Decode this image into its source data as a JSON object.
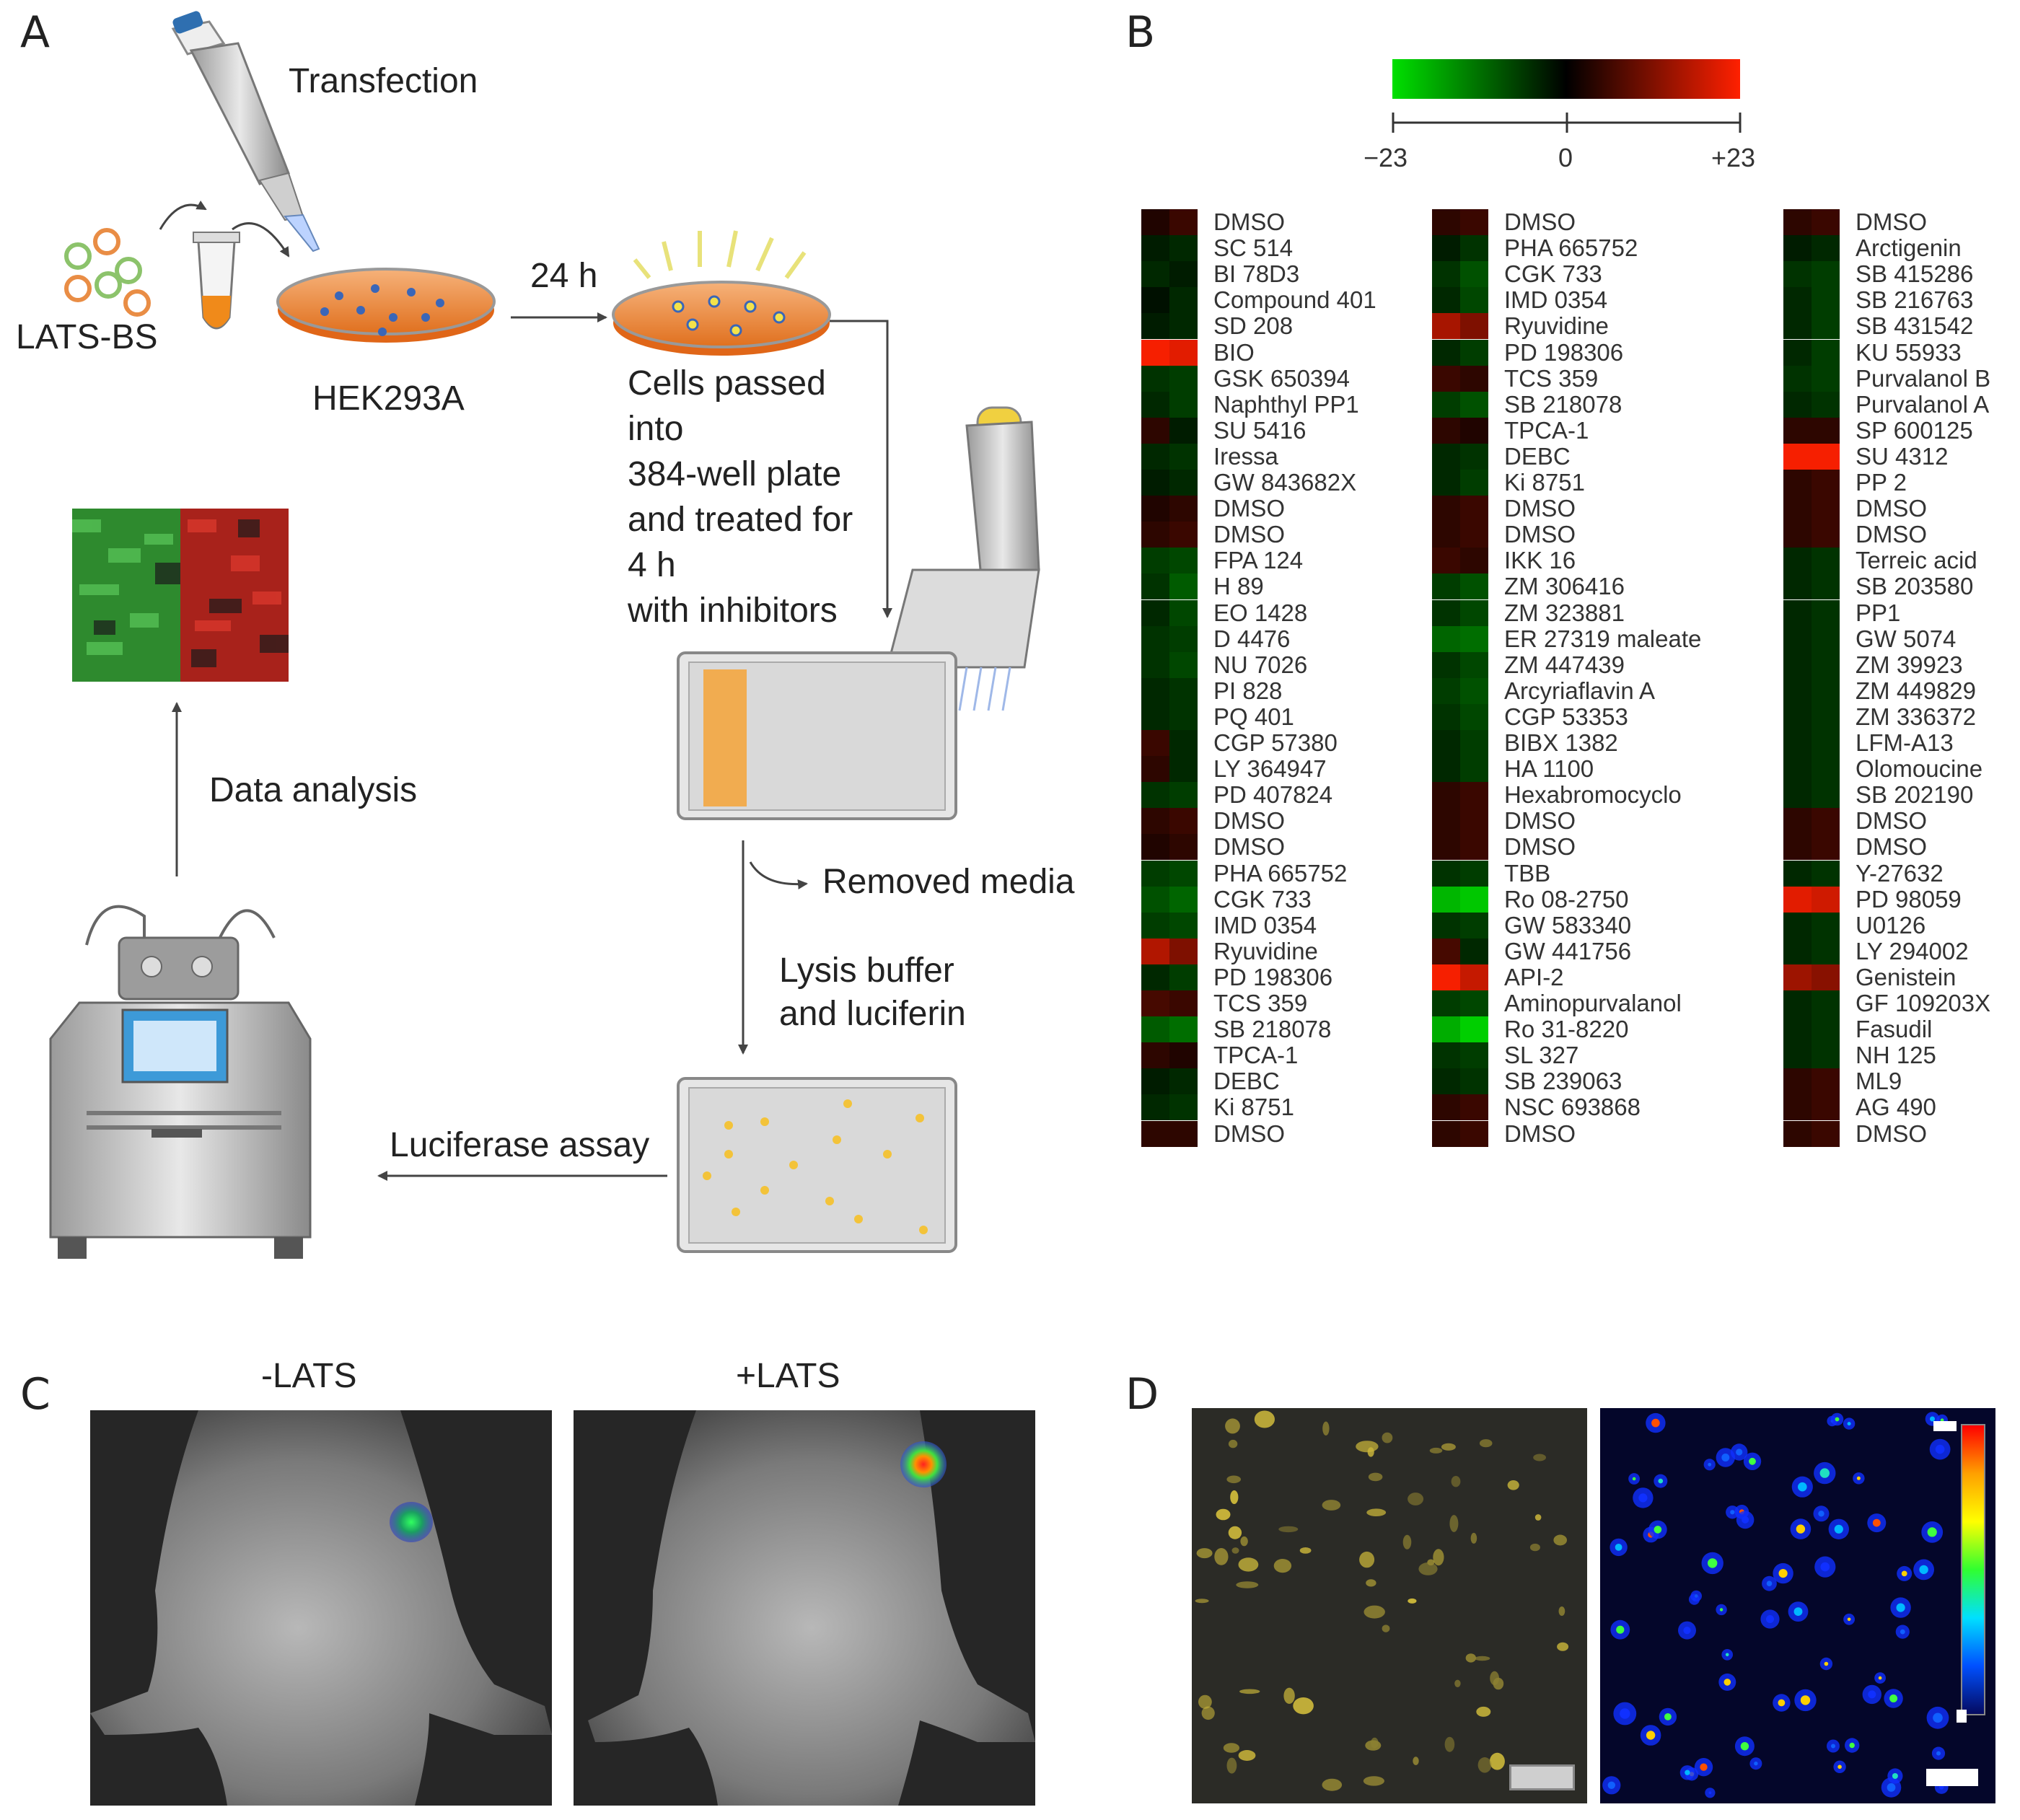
{
  "panels": {
    "a": "A",
    "b": "B",
    "c": "C",
    "d": "D"
  },
  "panel_a": {
    "transfection": "Transfection",
    "lats_bs": "LATS-BS",
    "hek": "HEK293A",
    "time_24h": "24 h",
    "cells_text": [
      "Cells passed",
      "into",
      "384-well plate",
      "and treated for",
      "4 h",
      "with inhibitors"
    ],
    "removed_media": "Removed media",
    "lysis": [
      "Lysis buffer",
      "and luciferin"
    ],
    "luciferase": "Luciferase assay",
    "data_analysis": "Data analysis"
  },
  "panel_b": {
    "colorbar": {
      "ticks": [
        "−23",
        "0",
        "+23"
      ],
      "colors": [
        "#00e000",
        "#000000",
        "#ff2000"
      ]
    }
  },
  "chart_data": {
    "type": "heatmap",
    "scale_range": [
      -23,
      23
    ],
    "columns": [
      {
        "labels": [
          "DMSO",
          "SC 514",
          "BI 78D3",
          "Compound 401",
          "SD 208",
          "BIO",
          "GSK 650394",
          "Naphthyl PP1",
          "SU 5416",
          "Iressa",
          "GW 843682X",
          "DMSO",
          "DMSO",
          "FPA 124",
          "H 89",
          "EO 1428",
          "D 4476",
          "NU 7026",
          "PI 828",
          "PQ 401",
          "CGP 57380",
          "LY 364947",
          "PD 407824",
          "DMSO",
          "DMSO",
          "PHA 665752",
          "CGK 733",
          "IMD 0354",
          "Ryuvidine",
          "PD 198306",
          "TCS 359",
          "SB 218078",
          "TPCA-1",
          "DEBC",
          "Ki 8751",
          "DMSO"
        ],
        "values": [
          [
            2,
            4
          ],
          [
            -2,
            -3
          ],
          [
            -3,
            -2
          ],
          [
            -1,
            -3
          ],
          [
            -2,
            -3
          ],
          [
            22,
            20
          ],
          [
            -4,
            -5
          ],
          [
            -3,
            -5
          ],
          [
            3,
            -2
          ],
          [
            -3,
            -4
          ],
          [
            -2,
            -3
          ],
          [
            2,
            3
          ],
          [
            3,
            4
          ],
          [
            -5,
            -6
          ],
          [
            -4,
            -8
          ],
          [
            -3,
            -6
          ],
          [
            -4,
            -5
          ],
          [
            -4,
            -6
          ],
          [
            -3,
            -4
          ],
          [
            -3,
            -4
          ],
          [
            4,
            -3
          ],
          [
            3,
            -3
          ],
          [
            -4,
            -5
          ],
          [
            3,
            4
          ],
          [
            2,
            3
          ],
          [
            -5,
            -6
          ],
          [
            -7,
            -9
          ],
          [
            -5,
            -6
          ],
          [
            15,
            10
          ],
          [
            -3,
            -5
          ],
          [
            5,
            4
          ],
          [
            -8,
            -10
          ],
          [
            3,
            2
          ],
          [
            -2,
            -3
          ],
          [
            -3,
            -4
          ],
          [
            3,
            3
          ]
        ]
      },
      {
        "labels": [
          "DMSO",
          "PHA 665752",
          "CGK 733",
          "IMD 0354",
          "Ryuvidine",
          "PD 198306",
          "TCS 359",
          "SB 218078",
          "TPCA-1",
          "DEBC",
          "Ki 8751",
          "DMSO",
          "DMSO",
          "IKK 16",
          "ZM 306416",
          "ZM 323881",
          "ER 27319 maleate",
          "ZM 447439",
          "Arcyriaflavin A",
          "CGP 53353",
          "BIBX 1382",
          "HA 1100",
          "Hexabromocyclo",
          "DMSO",
          "DMSO",
          "TBB",
          "Ro 08-2750",
          "GW 583340",
          "GW 441756",
          "API-2",
          "Aminopurvalanol",
          "Ro 31-8220",
          "SL 327",
          "SB 239063",
          "NSC 693868",
          "DMSO"
        ],
        "values": [
          [
            3,
            4
          ],
          [
            -2,
            -4
          ],
          [
            -4,
            -7
          ],
          [
            -3,
            -6
          ],
          [
            14,
            10
          ],
          [
            -3,
            -5
          ],
          [
            4,
            3
          ],
          [
            -5,
            -7
          ],
          [
            3,
            2
          ],
          [
            -3,
            -4
          ],
          [
            -3,
            -5
          ],
          [
            3,
            4
          ],
          [
            3,
            4
          ],
          [
            4,
            3
          ],
          [
            -5,
            -7
          ],
          [
            -4,
            -6
          ],
          [
            -9,
            -10
          ],
          [
            -4,
            -6
          ],
          [
            -5,
            -7
          ],
          [
            -4,
            -6
          ],
          [
            -3,
            -5
          ],
          [
            -3,
            -5
          ],
          [
            3,
            4
          ],
          [
            3,
            4
          ],
          [
            3,
            4
          ],
          [
            -4,
            -5
          ],
          [
            -18,
            -20
          ],
          [
            -4,
            -5
          ],
          [
            5,
            -3
          ],
          [
            22,
            17
          ],
          [
            -5,
            -6
          ],
          [
            -17,
            -21
          ],
          [
            -4,
            -5
          ],
          [
            -3,
            -4
          ],
          [
            3,
            4
          ],
          [
            3,
            4
          ]
        ]
      },
      {
        "labels": [
          "DMSO",
          "Arctigenin",
          "SB 415286",
          "SB 216763",
          "SB 431542",
          "KU 55933",
          "Purvalanol B",
          "Purvalanol A",
          "SP 600125",
          "SU 4312",
          "PP 2",
          "DMSO",
          "DMSO",
          "Terreic acid",
          "SB 203580",
          "PP1",
          "GW 5074",
          "ZM 39923",
          "ZM 449829",
          "ZM 336372",
          "LFM-A13",
          "Olomoucine",
          "SB 202190",
          "DMSO",
          "DMSO",
          "Y-27632",
          "PD 98059",
          "U0126",
          "LY 294002",
          "Genistein",
          "GF 109203X",
          "Fasudil",
          "NH 125",
          "ML9",
          "AG 490",
          "DMSO"
        ],
        "values": [
          [
            3,
            4
          ],
          [
            -2,
            -3
          ],
          [
            -4,
            -5
          ],
          [
            -3,
            -5
          ],
          [
            -3,
            -5
          ],
          [
            -3,
            -5
          ],
          [
            -4,
            -5
          ],
          [
            -3,
            -4
          ],
          [
            3,
            3
          ],
          [
            22,
            22
          ],
          [
            3,
            4
          ],
          [
            3,
            4
          ],
          [
            3,
            4
          ],
          [
            -3,
            -4
          ],
          [
            -3,
            -4
          ],
          [
            -3,
            -4
          ],
          [
            -3,
            -4
          ],
          [
            -3,
            -4
          ],
          [
            -3,
            -4
          ],
          [
            -3,
            -4
          ],
          [
            -3,
            -4
          ],
          [
            -3,
            -4
          ],
          [
            -3,
            -4
          ],
          [
            3,
            4
          ],
          [
            3,
            4
          ],
          [
            -3,
            -4
          ],
          [
            20,
            18
          ],
          [
            -3,
            -4
          ],
          [
            -3,
            -4
          ],
          [
            13,
            11
          ],
          [
            -3,
            -4
          ],
          [
            -3,
            -4
          ],
          [
            -3,
            -4
          ],
          [
            3,
            4
          ],
          [
            3,
            4
          ],
          [
            3,
            4
          ]
        ]
      }
    ]
  },
  "panel_c": {
    "minus": "-LATS",
    "plus": "+LATS"
  }
}
